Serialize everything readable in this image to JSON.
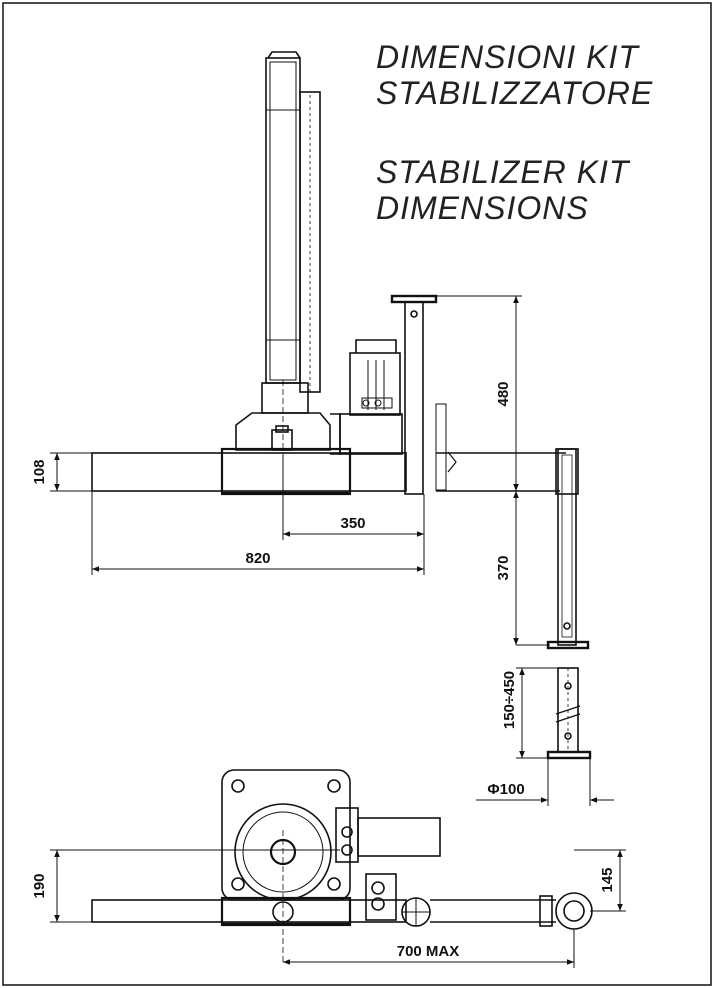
{
  "title": {
    "it_line1": "DIMENSIONI KIT",
    "it_line2": "STABILIZZATORE",
    "en_line1": "STABILIZER KIT",
    "en_line2": "DIMENSIONS"
  },
  "dimensions": {
    "height_108": "108",
    "height_480": "480",
    "width_350": "350",
    "width_820": "820",
    "height_370": "370",
    "range_150_450": "150÷450",
    "diameter_100": "Φ100",
    "height_190": "190",
    "height_145": "145",
    "width_700_max": "700 MAX"
  }
}
